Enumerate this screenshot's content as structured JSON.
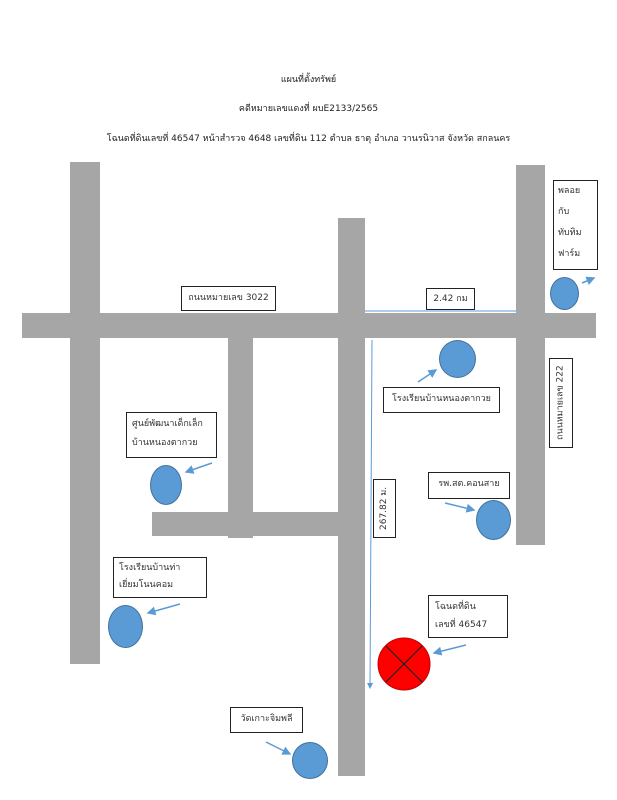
{
  "header": {
    "title": "แผนที่ตั้งทรัพย์",
    "case": "คดีหมายเลขแดงที่ ผบE2133/2565",
    "deed": "โฉนดที่ดินเลขที่ 46547 หน้าสำรวจ 4648 เลขที่ดิน 112 ตำบล ธาตุ อำเภอ วานรนิวาส จังหวัด สกลนคร"
  },
  "labels": {
    "road_3022": "ถนนหมายเลข 3022",
    "dist_km": "2.42 กม",
    "farm": [
      "พลอย",
      "กับ",
      "ทับทิม",
      "ฟาร์ม"
    ],
    "road_222": "ถนนหมายเลข 222",
    "school1": "โรงเรียนบ้านหนองตากวย",
    "child_center": [
      "ศูนย์พัฒนาเด็กเล็ก",
      "บ้านหนองตากวย"
    ],
    "hospital": "รพ.สต.คอนสาย",
    "dist_m": "267.82 ม.",
    "school2": [
      "โรงเรียนบ้านท่า",
      "เยี่ยมโนนคอม"
    ],
    "land": [
      "โฉนดที่ดิน",
      "เลขที่ 46547"
    ],
    "temple": "วัดเกาะจิมพลี"
  },
  "colors": {
    "road": "#a6a6a6",
    "marker": "#5b9bd5",
    "target": "#ff0000"
  }
}
